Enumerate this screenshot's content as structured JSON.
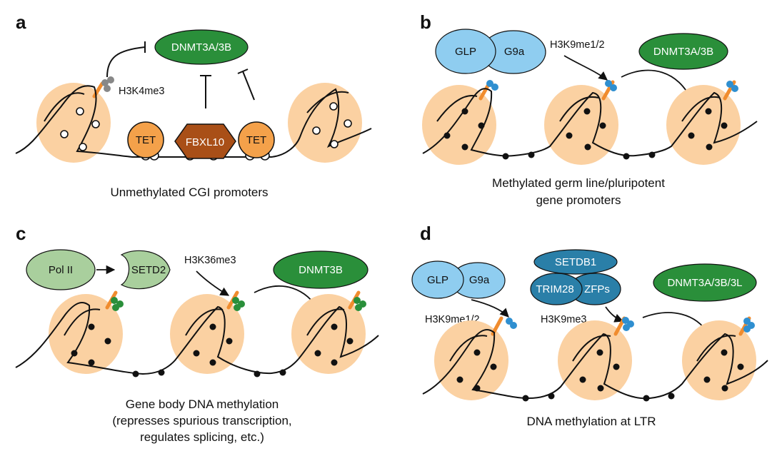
{
  "panels": {
    "a": {
      "label": "a",
      "dnmt": "DNMT3A/3B",
      "mark": "H3K4me3",
      "tet1": "TET",
      "fbxl10": "FBXL10",
      "tet2": "TET",
      "caption": "Unmethylated CGI promoters"
    },
    "b": {
      "label": "b",
      "glp": "GLP",
      "g9a": "G9a",
      "mark": "H3K9me1/2",
      "dnmt": "DNMT3A/3B",
      "caption_line1": "Methylated germ line/pluripotent",
      "caption_line2": "gene promoters"
    },
    "c": {
      "label": "c",
      "pol2": "Pol II",
      "setd2": "SETD2",
      "mark": "H3K36me3",
      "dnmt": "DNMT3B",
      "caption_line1": "Gene body DNA methylation",
      "caption_line2": "(represses spurious transcription,",
      "caption_line3": "regulates splicing, etc.)"
    },
    "d": {
      "label": "d",
      "glp": "GLP",
      "g9a": "G9a",
      "mark1": "H3K9me1/2",
      "setdb1": "SETDB1",
      "trim28": "TRIM28",
      "zfps": "ZFPs",
      "mark2": "H3K9me3",
      "dnmt": "DNMT3A/3B/3L",
      "caption": "DNA methylation at LTR"
    }
  },
  "colors": {
    "nucleosome": "#fbd1a2",
    "histone_tail": "#f08c2e",
    "dnmt_green": "#2a8f3a",
    "glp_blue": "#8fcdf0",
    "setdb1_blue": "#2a7fa8",
    "polii_green": "#a9cf9d",
    "tet_orange": "#f4a14a",
    "fbxl10_brown": "#a94f17",
    "h3k4me3_gray": "#888888",
    "h3k9_blue": "#2f8fd0",
    "h3k36_green": "#2a8f3a"
  }
}
